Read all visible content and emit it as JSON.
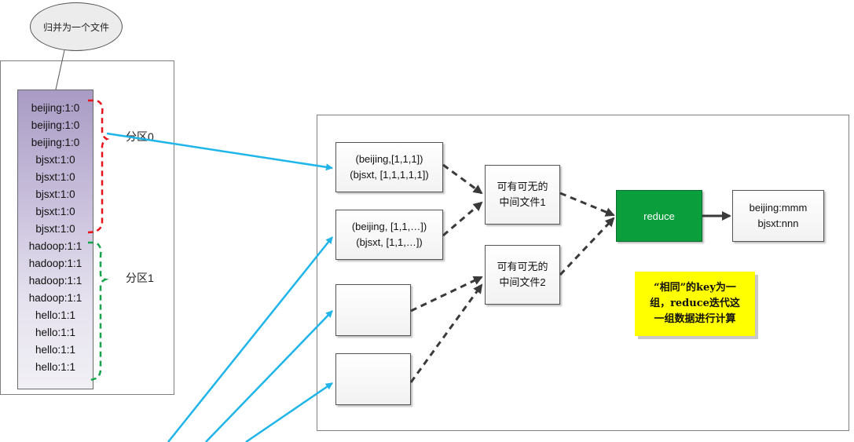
{
  "callout": {
    "text": "归并为一个文件"
  },
  "list_items": [
    "beijing:1:0",
    "beijing:1:0",
    "beijing:1:0",
    "bjsxt:1:0",
    "bjsxt:1:0",
    "bjsxt:1:0",
    "bjsxt:1:0",
    "bjsxt:1:0",
    "hadoop:1:1",
    "hadoop:1:1",
    "hadoop:1:1",
    "hadoop:1:1",
    "hello:1:1",
    "hello:1:1",
    "hello:1:1",
    "hello:1:1"
  ],
  "partitions": {
    "p0": "分区0",
    "p1": "分区1"
  },
  "group_boxes": {
    "g1": {
      "line1": "(beijing,[1,1,1])",
      "line2": "(bjsxt, [1,1,1,1,1])"
    },
    "g2": {
      "line1": "(beijing, [1,1,…])",
      "line2": "(bjsxt, [1,1,…])"
    }
  },
  "intermediate": {
    "f1": {
      "line1": "可有可无的",
      "line2": "中间文件1"
    },
    "f2": {
      "line1": "可有可无的",
      "line2": "中间文件2"
    }
  },
  "reduce": {
    "label": "reduce"
  },
  "output": {
    "line1": "beijing:mmm",
    "line2": "bjsxt:nnn"
  },
  "note": {
    "line1": "“相同”的key为一",
    "line2": "组，reduce迭代这",
    "line3": "一组数据进行计算"
  },
  "colors": {
    "arrow_blue": "#1fb4ea",
    "bracket_red": "#e8141c",
    "bracket_green": "#16a34a",
    "reduce_green": "#0a9e3c",
    "note_yellow": "#ffff00"
  }
}
